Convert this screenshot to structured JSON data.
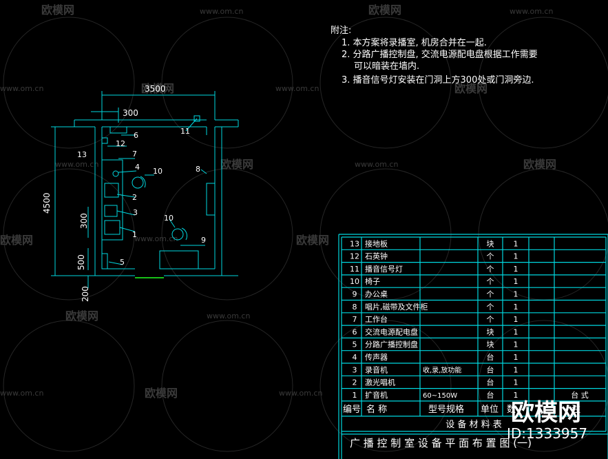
{
  "watermarks": {
    "domain": "www.om.cn",
    "brand": "欧模网",
    "id": "ID:1333957"
  },
  "notes": {
    "heading": "附注:",
    "items": [
      "1.  本方案将录播室, 机房合并在一起.",
      "2.  分路广播控制盘, 交流电源配电盘根据工作需要",
      "可以暗装在墙内.",
      "3.  播音信号灯安装在门洞上方300处或门洞旁边."
    ]
  },
  "dimensions": {
    "width_total": "3500",
    "offset_top": "300",
    "height_total": "4500",
    "dim_300": "300",
    "dim_500": "500",
    "dim_200": "200"
  },
  "plan_labels": [
    "1",
    "2",
    "3",
    "4",
    "5",
    "6",
    "7",
    "8",
    "9",
    "10",
    "10",
    "11",
    "12",
    "13"
  ],
  "table": {
    "rows": [
      {
        "no": "13",
        "name": "接地板",
        "spec": "",
        "unit": "块",
        "qty": "1",
        "note": ""
      },
      {
        "no": "12",
        "name": "石英钟",
        "spec": "",
        "unit": "个",
        "qty": "1",
        "note": ""
      },
      {
        "no": "11",
        "name": "播音信号灯",
        "spec": "",
        "unit": "个",
        "qty": "1",
        "note": ""
      },
      {
        "no": "10",
        "name": "椅子",
        "spec": "",
        "unit": "个",
        "qty": "1",
        "note": ""
      },
      {
        "no": "9",
        "name": "办公桌",
        "spec": "",
        "unit": "个",
        "qty": "1",
        "note": ""
      },
      {
        "no": "8",
        "name": "唱片,磁带及文件柜",
        "spec": "",
        "unit": "个",
        "qty": "1",
        "note": ""
      },
      {
        "no": "7",
        "name": "工作台",
        "spec": "",
        "unit": "个",
        "qty": "1",
        "note": ""
      },
      {
        "no": "6",
        "name": "交流电源配电盘",
        "spec": "",
        "unit": "块",
        "qty": "1",
        "note": ""
      },
      {
        "no": "5",
        "name": "分路广播控制盘",
        "spec": "",
        "unit": "块",
        "qty": "1",
        "note": ""
      },
      {
        "no": "4",
        "name": "传声器",
        "spec": "",
        "unit": "台",
        "qty": "1",
        "note": ""
      },
      {
        "no": "3",
        "name": "录音机",
        "spec": "收,录,放功能",
        "unit": "台",
        "qty": "1",
        "note": ""
      },
      {
        "no": "2",
        "name": "激光唱机",
        "spec": "",
        "unit": "台",
        "qty": "1",
        "note": ""
      },
      {
        "no": "1",
        "name": "扩音机",
        "spec": "60~150W",
        "unit": "台",
        "qty": "1",
        "note": "台 式"
      }
    ],
    "header": {
      "no": "编号",
      "name": "名    称",
      "spec": "型号规格",
      "unit": "单位",
      "qty": "数",
      "note": "注"
    },
    "caption": "设 备 材 料 表",
    "drawing_title": "广 播 控 制 室 设 备 平 面 布 置 图 (一)"
  },
  "colors": {
    "background": "#000000",
    "cad_line": "#00d8e0",
    "text_white": "#ffffff",
    "watermark_gray": "#3a3a3a",
    "door_green": "#18c018"
  }
}
